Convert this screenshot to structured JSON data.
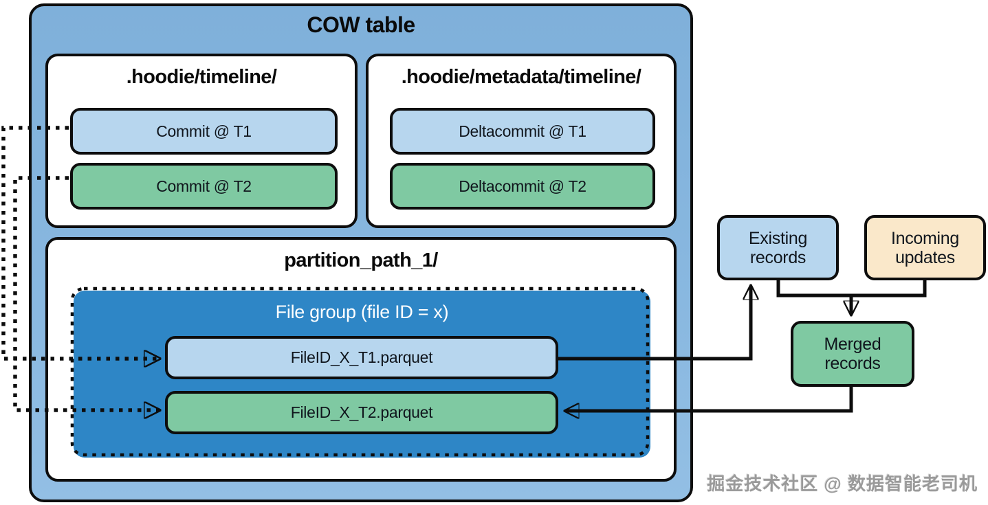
{
  "diagram": {
    "title": "COW table",
    "folders": {
      "timeline": {
        "title": ".hoodie/timeline/",
        "items": [
          {
            "label": "Commit @ T1"
          },
          {
            "label": "Commit @ T2"
          }
        ]
      },
      "metadata_timeline": {
        "title": ".hoodie/metadata/timeline/",
        "items": [
          {
            "label": "Deltacommit @ T1"
          },
          {
            "label": "Deltacommit @ T2"
          }
        ]
      },
      "partition": {
        "title": "partition_path_1/",
        "file_group": {
          "title": "File group (file ID = x)",
          "files": [
            {
              "label": "FileID_X_T1.parquet"
            },
            {
              "label": "FileID_X_T2.parquet"
            }
          ]
        }
      }
    },
    "flow_nodes": {
      "existing_records": {
        "label": "Existing records"
      },
      "incoming_updates": {
        "label": "Incoming updates"
      },
      "merged_records": {
        "label": "Merged records"
      }
    }
  },
  "colors": {
    "outer_blue": "#84B4DE",
    "light_blue": "#B7D6EE",
    "green": "#7FC9A2",
    "file_group_blue": "#2E86C6",
    "cream": "#FAE8CA",
    "stroke": "#0D0D0D"
  },
  "watermark": "掘金技术社区 @ 数据智能老司机"
}
